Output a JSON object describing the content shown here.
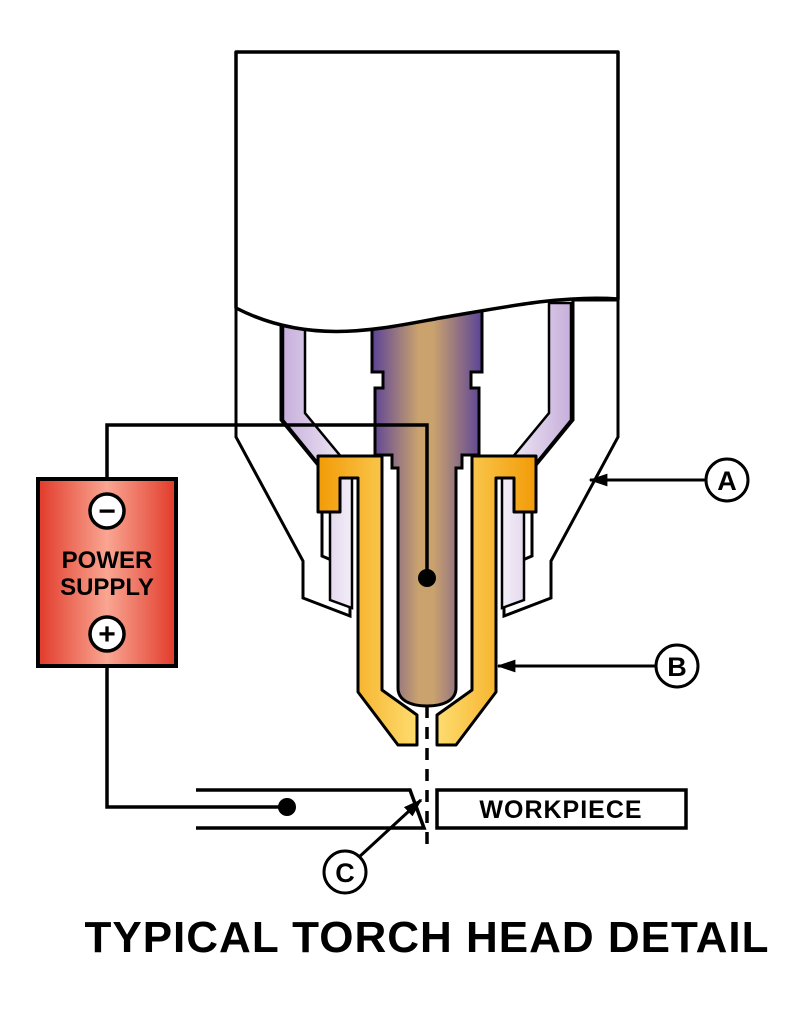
{
  "diagram": {
    "title": "TYPICAL TORCH HEAD DETAIL",
    "power_supply": {
      "line1": "POWER",
      "line2": "SUPPLY",
      "negative_terminal": "−",
      "positive_terminal": "+"
    },
    "workpiece_label": "WORKPIECE",
    "callouts": {
      "a": "A",
      "b": "B",
      "c": "C"
    },
    "colors": {
      "outline": "#000000",
      "body_white": "#ffffff",
      "electrode_purple": "#5B4397",
      "electrode_tan": "#C9A26E",
      "nozzle_gold": "#F29B07",
      "nozzle_highlight": "#FFE37A",
      "shield_lavender": "#C7AFDB",
      "shield_highlight": "#F3EEF8",
      "supply_red": "#E23A2A",
      "supply_highlight": "#F9A692"
    }
  }
}
